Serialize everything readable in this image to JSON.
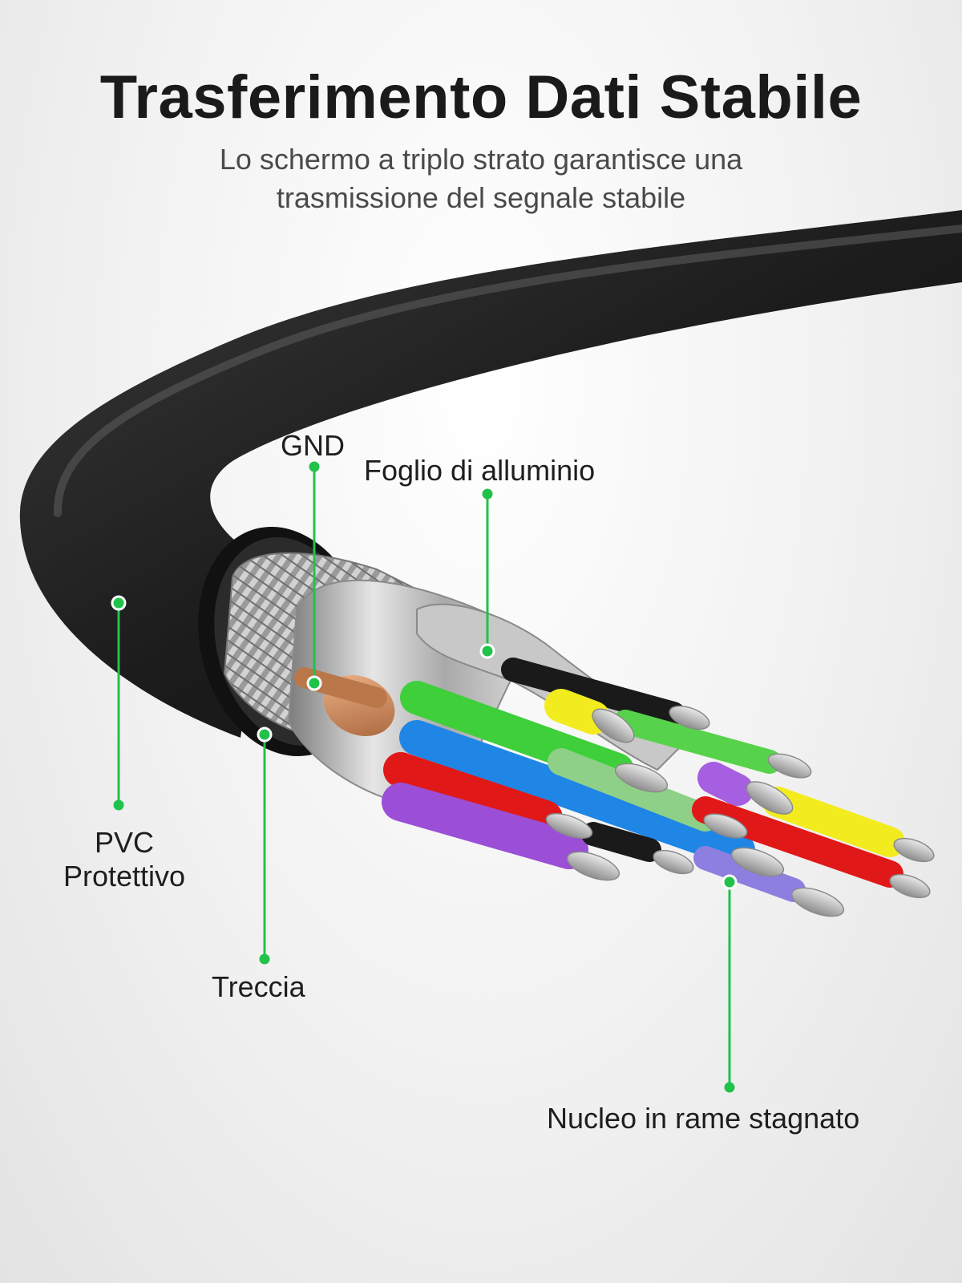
{
  "header": {
    "title": "Trasferimento Dati Stabile",
    "subtitle_line1": "Lo schermo a triplo strato garantisce una",
    "subtitle_line2": "trasmissione del segnale stabile"
  },
  "callouts": {
    "gnd": "GND",
    "foil": "Foglio di alluminio",
    "pvc_line1": "PVC",
    "pvc_line2": "Protettivo",
    "braid": "Treccia",
    "core": "Nucleo in rame stagnato"
  },
  "colors": {
    "accent": "#21c24a",
    "jacket": "#1d1d1d",
    "wire_green": "#3ecf3a",
    "wire_yellow": "#f2ec1f",
    "wire_red": "#e11818",
    "wire_blue": "#1f86e6",
    "wire_purple": "#9b4fd6",
    "wire_black": "#1a1a1a"
  }
}
